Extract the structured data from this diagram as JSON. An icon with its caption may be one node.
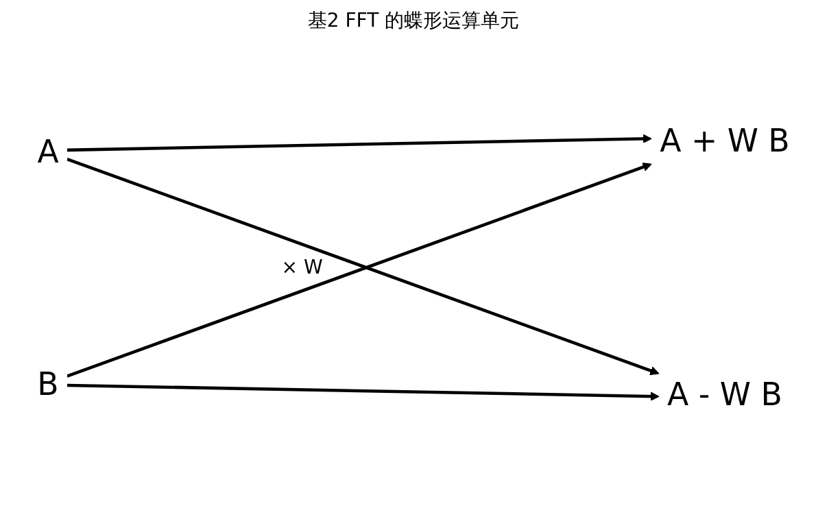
{
  "diagram": {
    "title": "基2 FFT 的蝶形运算单元",
    "nodes": [
      {
        "text": [
          "A"
        ]
      },
      {
        "text": [
          "B"
        ]
      },
      {
        "text": [
          "A + W B"
        ]
      },
      {
        "text": [
          "A - W B"
        ]
      }
    ],
    "edges": [
      {
        "from": 0,
        "to": 2,
        "arrow": "to"
      },
      {
        "from": 0,
        "to": 3,
        "arrow": "to"
      },
      {
        "from": 1,
        "to": 2,
        "arrow": "to"
      },
      {
        "from": 1,
        "to": 3,
        "arrow": "to"
      }
    ],
    "labels": [
      "× W"
    ]
  }
}
